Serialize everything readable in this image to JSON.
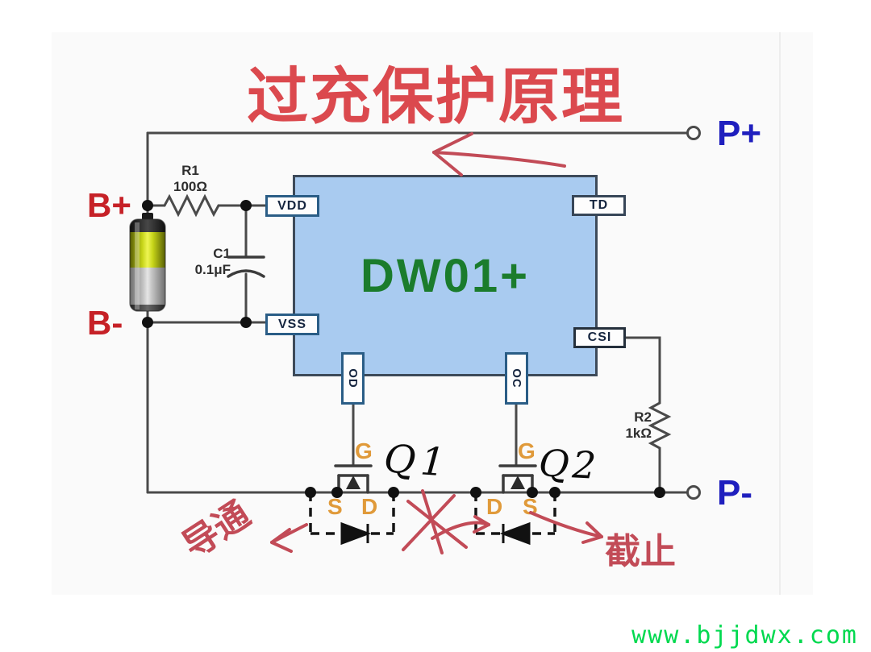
{
  "title": "过充保护原理",
  "chip": {
    "name": "DW01+",
    "pin_vdd": "VDD",
    "pin_vss": "VSS",
    "pin_td": "TD",
    "pin_csi": "CSI",
    "pin_od": "OD",
    "pin_oc": "OC"
  },
  "terminals": {
    "b_plus": "B+",
    "b_minus": "B-",
    "p_plus": "P+",
    "p_minus": "P-"
  },
  "components": {
    "r1": {
      "label": "R1",
      "value": "100Ω"
    },
    "c1": {
      "label": "C1",
      "value": "0.1μF"
    },
    "r2": {
      "label": "R2",
      "value": "1kΩ"
    },
    "q1": {
      "label": "Q1",
      "gate": "G",
      "source": "S",
      "drain": "D",
      "state": "导通"
    },
    "q2": {
      "label": "Q2",
      "gate": "G",
      "source": "S",
      "drain": "D",
      "state": "截止"
    }
  },
  "watermark": "www.bjjdwx.com",
  "colors": {
    "title_red": "#db494e",
    "terminal_red": "#c62127",
    "terminal_blue": "#1f1fbe",
    "chip_fill": "#a9cbf0",
    "chip_text_green": "#1b7c2c",
    "pin_label_orange": "#e09a3a",
    "annotation_red": "#c24b57",
    "watermark_green": "#00d94f",
    "wire_gray": "#4a4a4a"
  }
}
